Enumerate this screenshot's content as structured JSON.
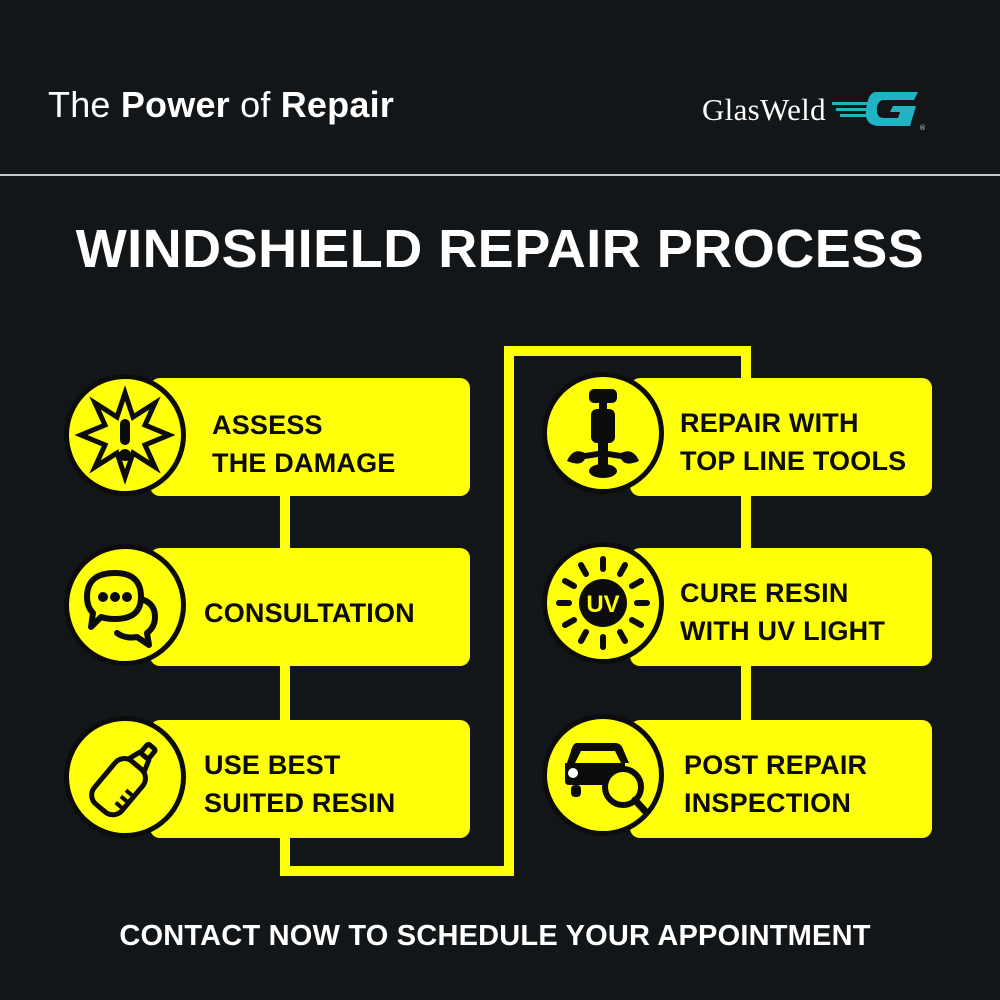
{
  "header": {
    "tagline_parts": [
      "The",
      "Power",
      "of",
      "Repair"
    ],
    "logo_text": "GlasWeld",
    "logo_mark": "G",
    "logo_registered": "®"
  },
  "title": "WINDSHIELD REPAIR PROCESS",
  "colors": {
    "background": "#131618",
    "accent_yellow": "#ffff0a",
    "logo_teal": "#1fb3c4",
    "text_white": "#ffffff",
    "text_dark": "#0c0c0c"
  },
  "steps": [
    {
      "label_line1": "ASSESS",
      "label_line2": "THE DAMAGE",
      "icon": "warning-burst-icon"
    },
    {
      "label_line1": "CONSULTATION",
      "label_line2": "",
      "icon": "chat-bubbles-icon"
    },
    {
      "label_line1": "USE BEST",
      "label_line2": "SUITED RESIN",
      "icon": "resin-bottle-icon"
    },
    {
      "label_line1": "REPAIR WITH",
      "label_line2": "TOP LINE TOOLS",
      "icon": "repair-bridge-tool-icon"
    },
    {
      "label_line1": "CURE RESIN",
      "label_line2": "WITH UV LIGHT",
      "icon": "uv-sun-icon"
    },
    {
      "label_line1": "POST REPAIR",
      "label_line2": "INSPECTION",
      "icon": "car-magnifier-icon"
    }
  ],
  "uv_text": "UV",
  "cta": "CONTACT NOW TO SCHEDULE YOUR APPOINTMENT"
}
